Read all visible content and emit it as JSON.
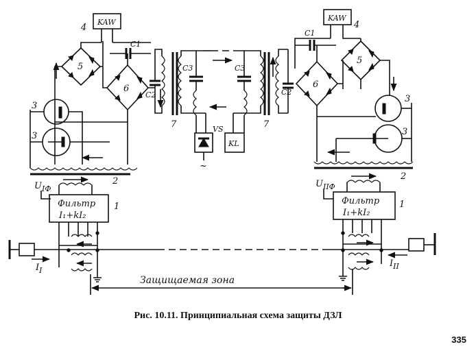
{
  "diagram": {
    "left": {
      "relay_label": "KAW",
      "cap_c1": "C1",
      "cap_c2": "C2",
      "bridge_5": "5",
      "bridge_6": "6",
      "num_4": "4",
      "num_3a": "3",
      "num_3b": "3",
      "num_2": "2",
      "num_1": "1",
      "u_label": "U",
      "u_sub": "IФ",
      "filter_title": "Фильтр",
      "filter_formula": "I₁+kI₂",
      "current_label": "I",
      "current_sub": "I"
    },
    "right": {
      "relay_label": "KAW",
      "cap_c1": "C1",
      "cap_c2": "C2",
      "bridge_5": "5",
      "bridge_6": "6",
      "num_4": "4",
      "num_3a": "3",
      "num_3b": "3",
      "num_2": "2",
      "num_1": "1",
      "u_label": "U",
      "u_sub": "IIФ",
      "filter_title": "Фильтр",
      "filter_formula": "I₁+kI₂",
      "current_label": "I",
      "current_sub": "II"
    },
    "middle": {
      "cap_c3_left": "C3",
      "cap_c3_right": "C3",
      "num_7_left": "7",
      "num_7_right": "7",
      "vs_label": "VS",
      "kl_label": "KL",
      "ac_symbol": "~"
    },
    "zone_label": "Защищаемая зона"
  },
  "caption": "Рис. 10.11. Принципиальная схема защиты ДЗЛ",
  "page_number": "335"
}
